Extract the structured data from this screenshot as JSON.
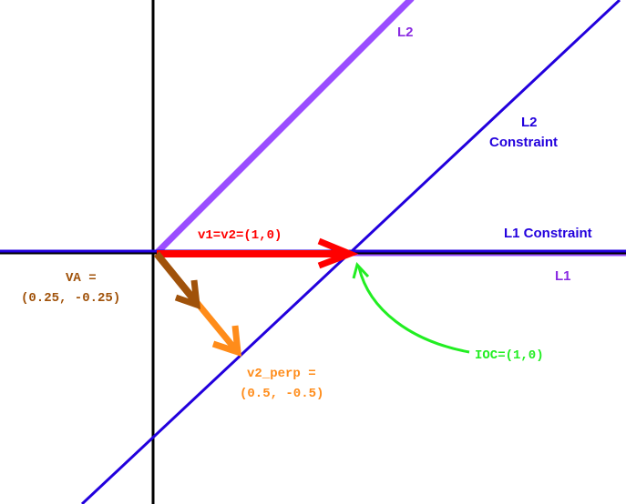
{
  "labels": {
    "l2_line": "L2",
    "l2_constraint_line1": "L2",
    "l2_constraint_line2": "Constraint",
    "l1_constraint": "L1 Constraint",
    "l1_line": "L1",
    "v1_v2": "v1=v2=(1,0)",
    "va_name": "VA =",
    "va_value": "(0.25, -0.25)",
    "v2_perp_name": "v2_perp =",
    "v2_perp_value": "(0.5, -0.5)",
    "ioc": "IOC=(1,0)"
  },
  "colors": {
    "axis": "#000000",
    "constraint": "#2200dd",
    "line_purple": "#9a4dff",
    "v1_v2": "#ff0000",
    "va": "#a0520a",
    "v2_perp": "#ff8c1a",
    "ioc": "#22ee22",
    "label_purple": "#8a2be2"
  }
}
